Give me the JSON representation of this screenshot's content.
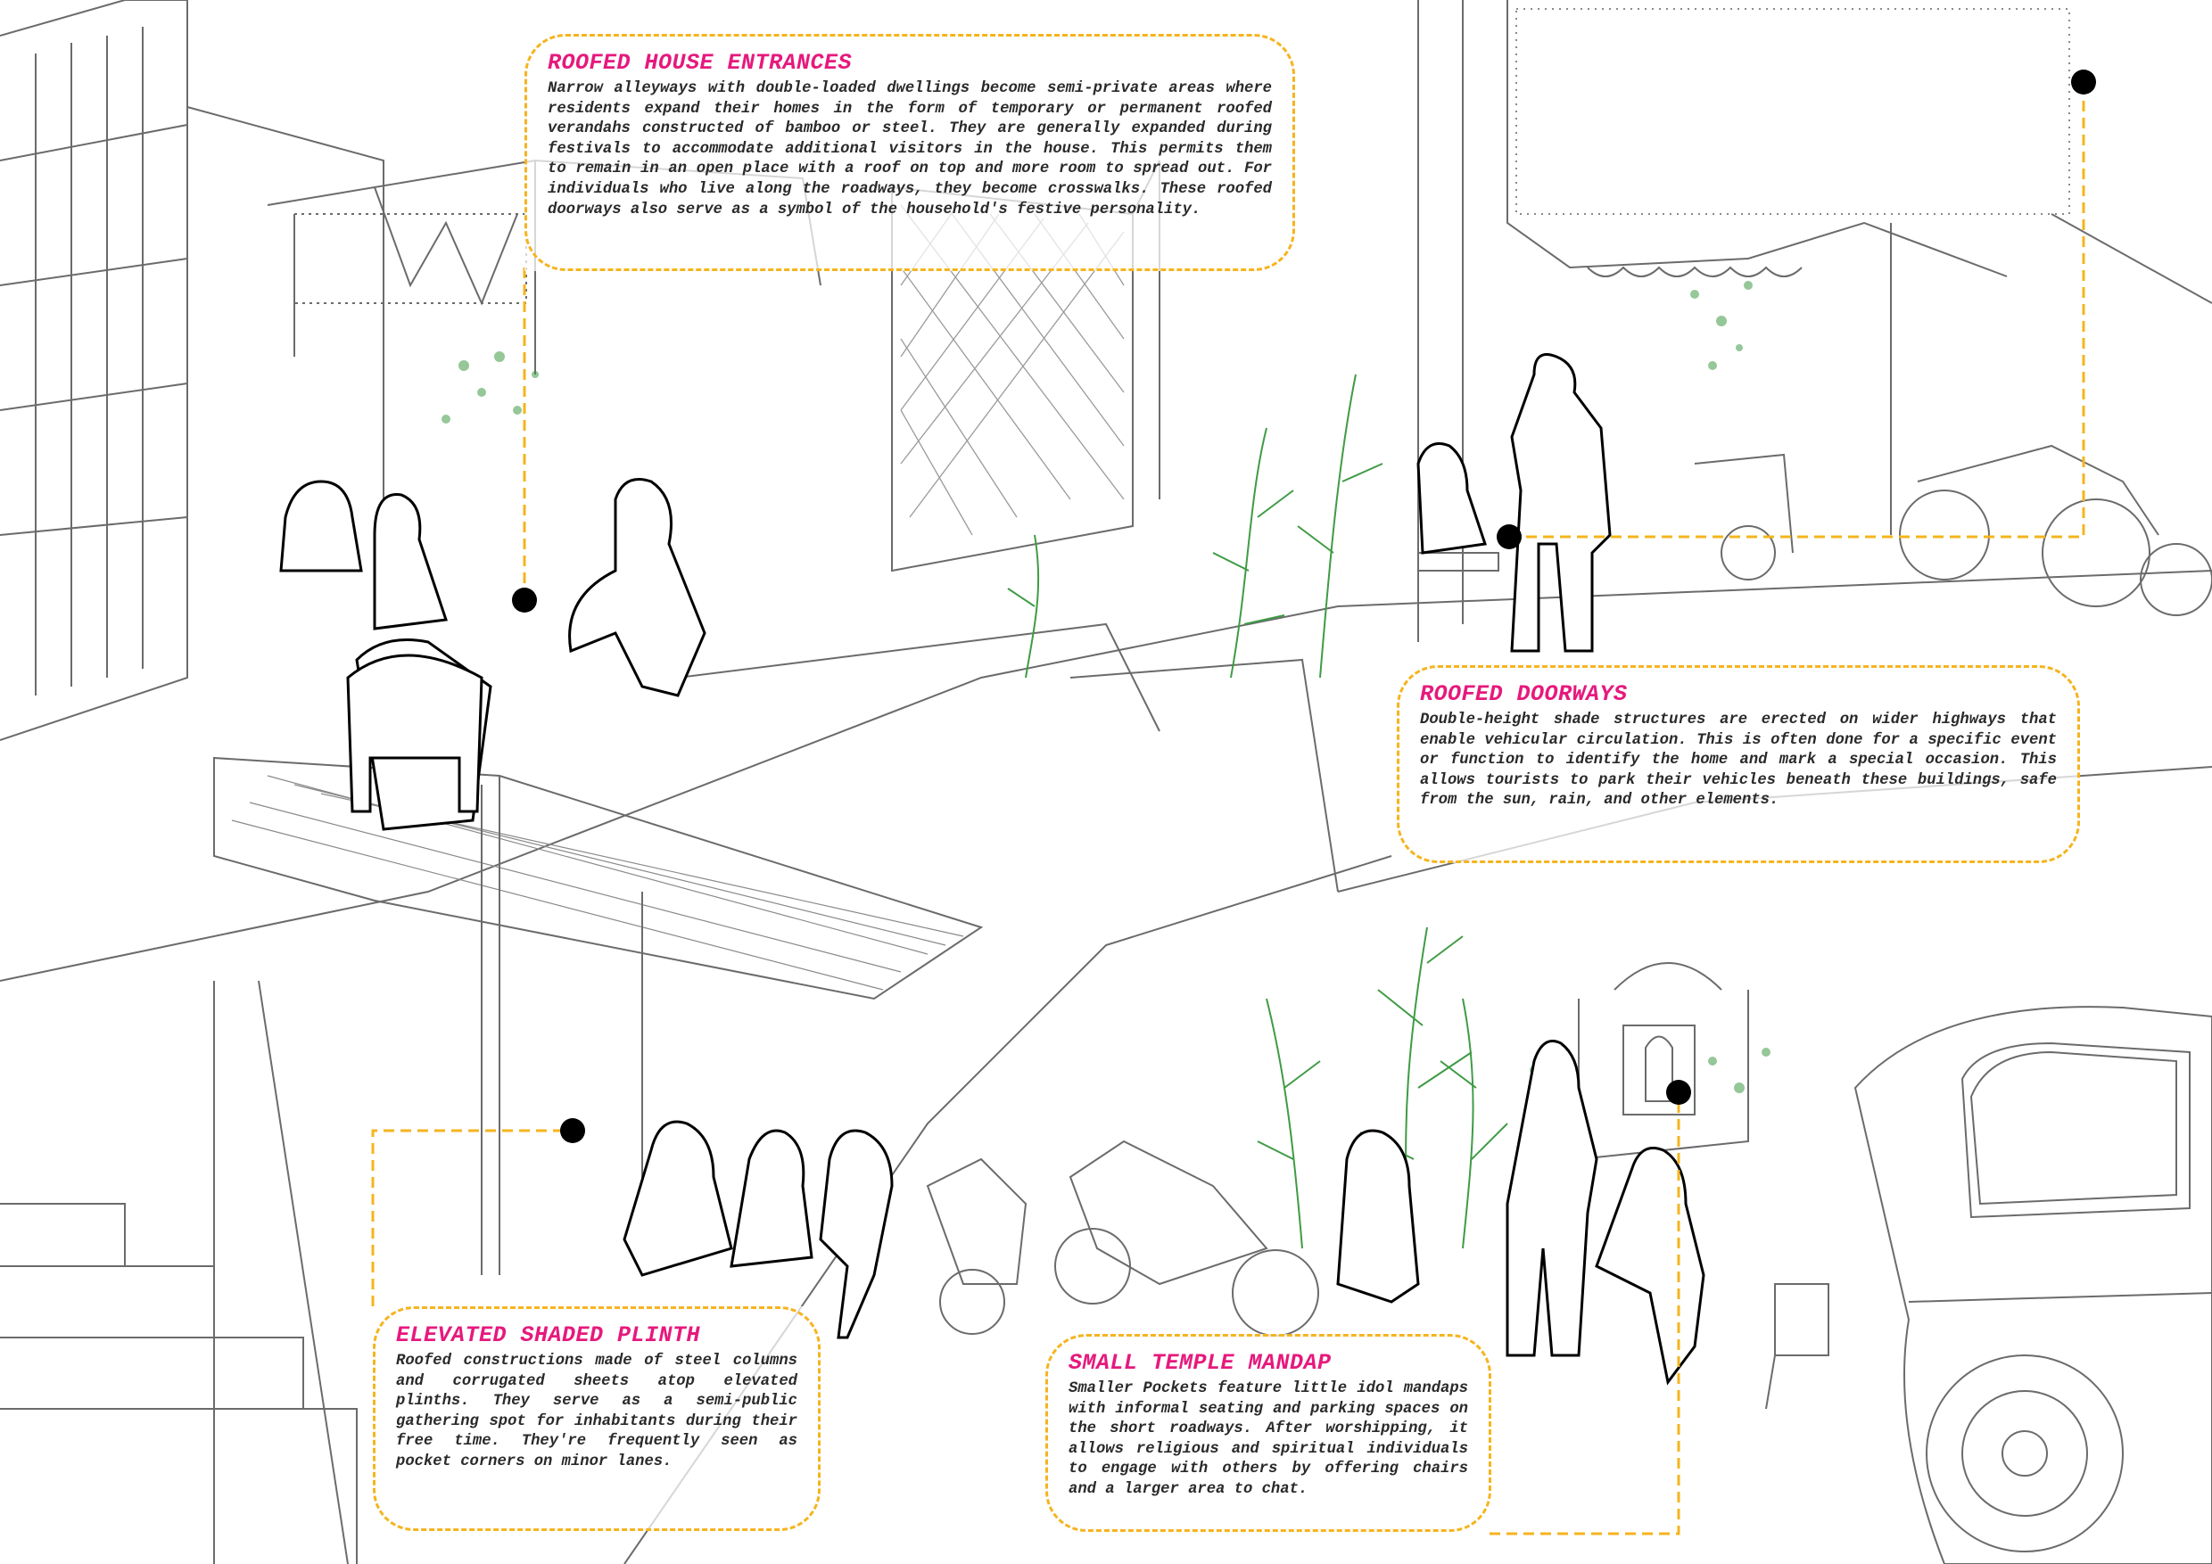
{
  "colors": {
    "title": "#E6197D",
    "leader": "#F5B41E",
    "marker": "#000000",
    "linework": "#6b6b6b",
    "foliage": "#3f9b45",
    "figure_outline": "#000000"
  },
  "annotations": [
    {
      "title": "ROOFED HOUSE ENTRANCES",
      "body": "Narrow alleyways with double-loaded dwellings become semi-private areas where residents expand their homes in the form of temporary or permanent roofed verandahs constructed of bamboo or steel. They are generally expanded during festivals to accommodate additional visitors in the house. This permits them to remain in an open place with a roof on top and more room to spread out. For individuals who live along the roadways, they become crosswalks. These roofed doorways also serve as a symbol of the household's festive personality."
    },
    {
      "title": "ROOFED DOORWAYS",
      "body": "Double-height shade structures are erected on wider highways that enable vehicular circulation. This is often done for a specific event or function to identify the home and mark a special occasion. This allows tourists to park their vehicles beneath these buildings, safe from the sun, rain, and other elements."
    },
    {
      "title": "ELEVATED SHADED PLINTH",
      "body": "Roofed constructions made of steel columns and corrugated sheets atop elevated plinths. They serve as a semi-public gathering spot for inhabitants during their free time. They're frequently seen as pocket corners on minor lanes."
    },
    {
      "title": "SMALL TEMPLE MANDAP",
      "body": "Smaller Pockets feature little idol mandaps with informal seating and parking spaces on the short roadways. After worshipping, it allows religious and spiritual individuals to engage with others by offering chairs and a larger area to chat."
    }
  ]
}
